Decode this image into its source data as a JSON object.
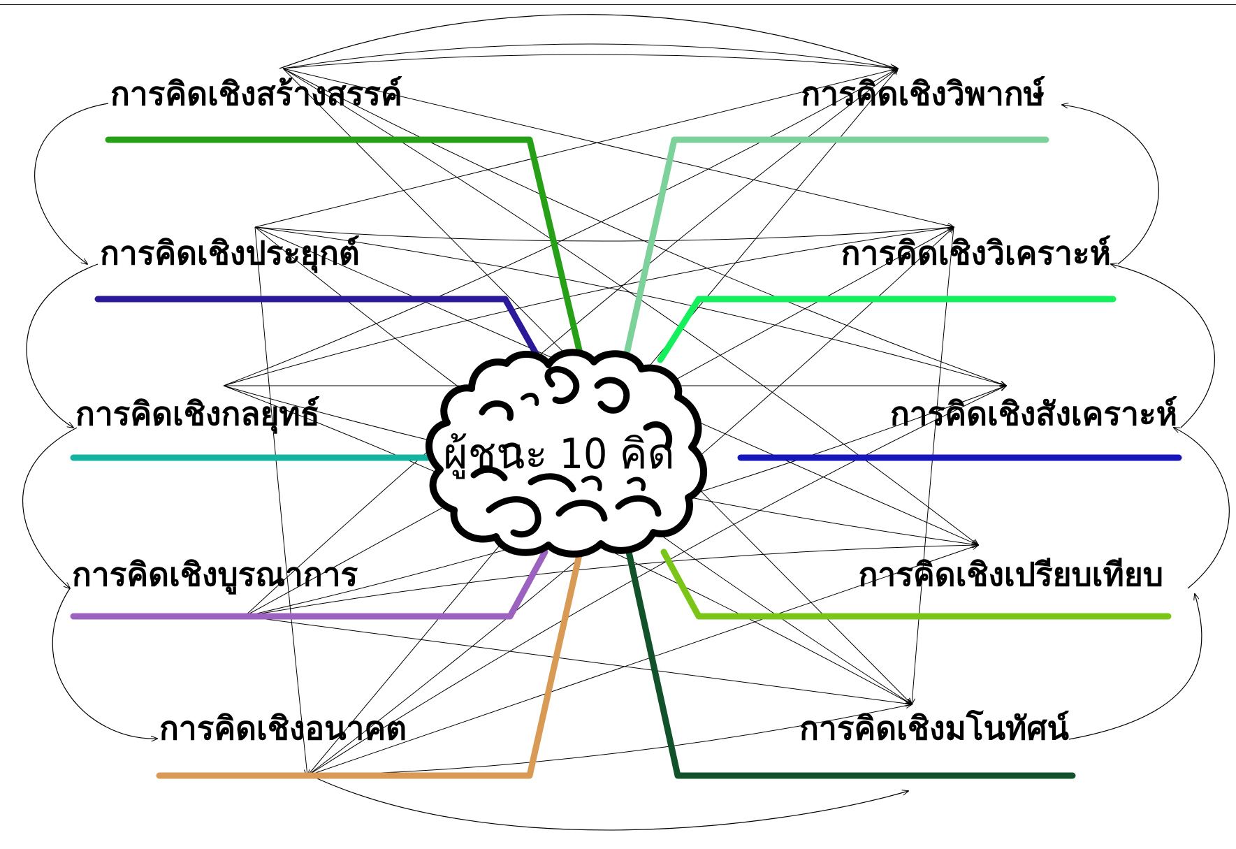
{
  "diagram": {
    "center_label": "ผู้ชนะ 10 คิด",
    "nodes": [
      {
        "id": "creative",
        "label": "การคิดเชิงสร้างสรรค์",
        "color": "#26a017",
        "side": "left"
      },
      {
        "id": "applied",
        "label": "การคิดเชิงประยุกต์",
        "color": "#2a1a9a",
        "side": "left"
      },
      {
        "id": "strategic",
        "label": "การคิดเชิงกลยุทธ์",
        "color": "#13b39f",
        "side": "left"
      },
      {
        "id": "integrative",
        "label": "การคิดเชิงบูรณาการ",
        "color": "#9c62bf",
        "side": "left"
      },
      {
        "id": "future",
        "label": "การคิดเชิงอนาคต",
        "color": "#d99a56",
        "side": "left"
      },
      {
        "id": "critical",
        "label": "การคิดเชิงวิพากษ์",
        "color": "#7dd19a",
        "side": "right"
      },
      {
        "id": "analytical",
        "label": "การคิดเชิงวิเคราะห์",
        "color": "#14ef5c",
        "side": "right"
      },
      {
        "id": "synthesis",
        "label": "การคิดเชิงสังเคราะห์",
        "color": "#1616bb",
        "side": "right"
      },
      {
        "id": "comparative",
        "label": "การคิดเชิงเปรียบเทียบ",
        "color": "#7ac517",
        "side": "right"
      },
      {
        "id": "conceptual",
        "label": "การคิดเชิงมโนทัศน์",
        "color": "#12522a",
        "side": "right"
      }
    ]
  }
}
